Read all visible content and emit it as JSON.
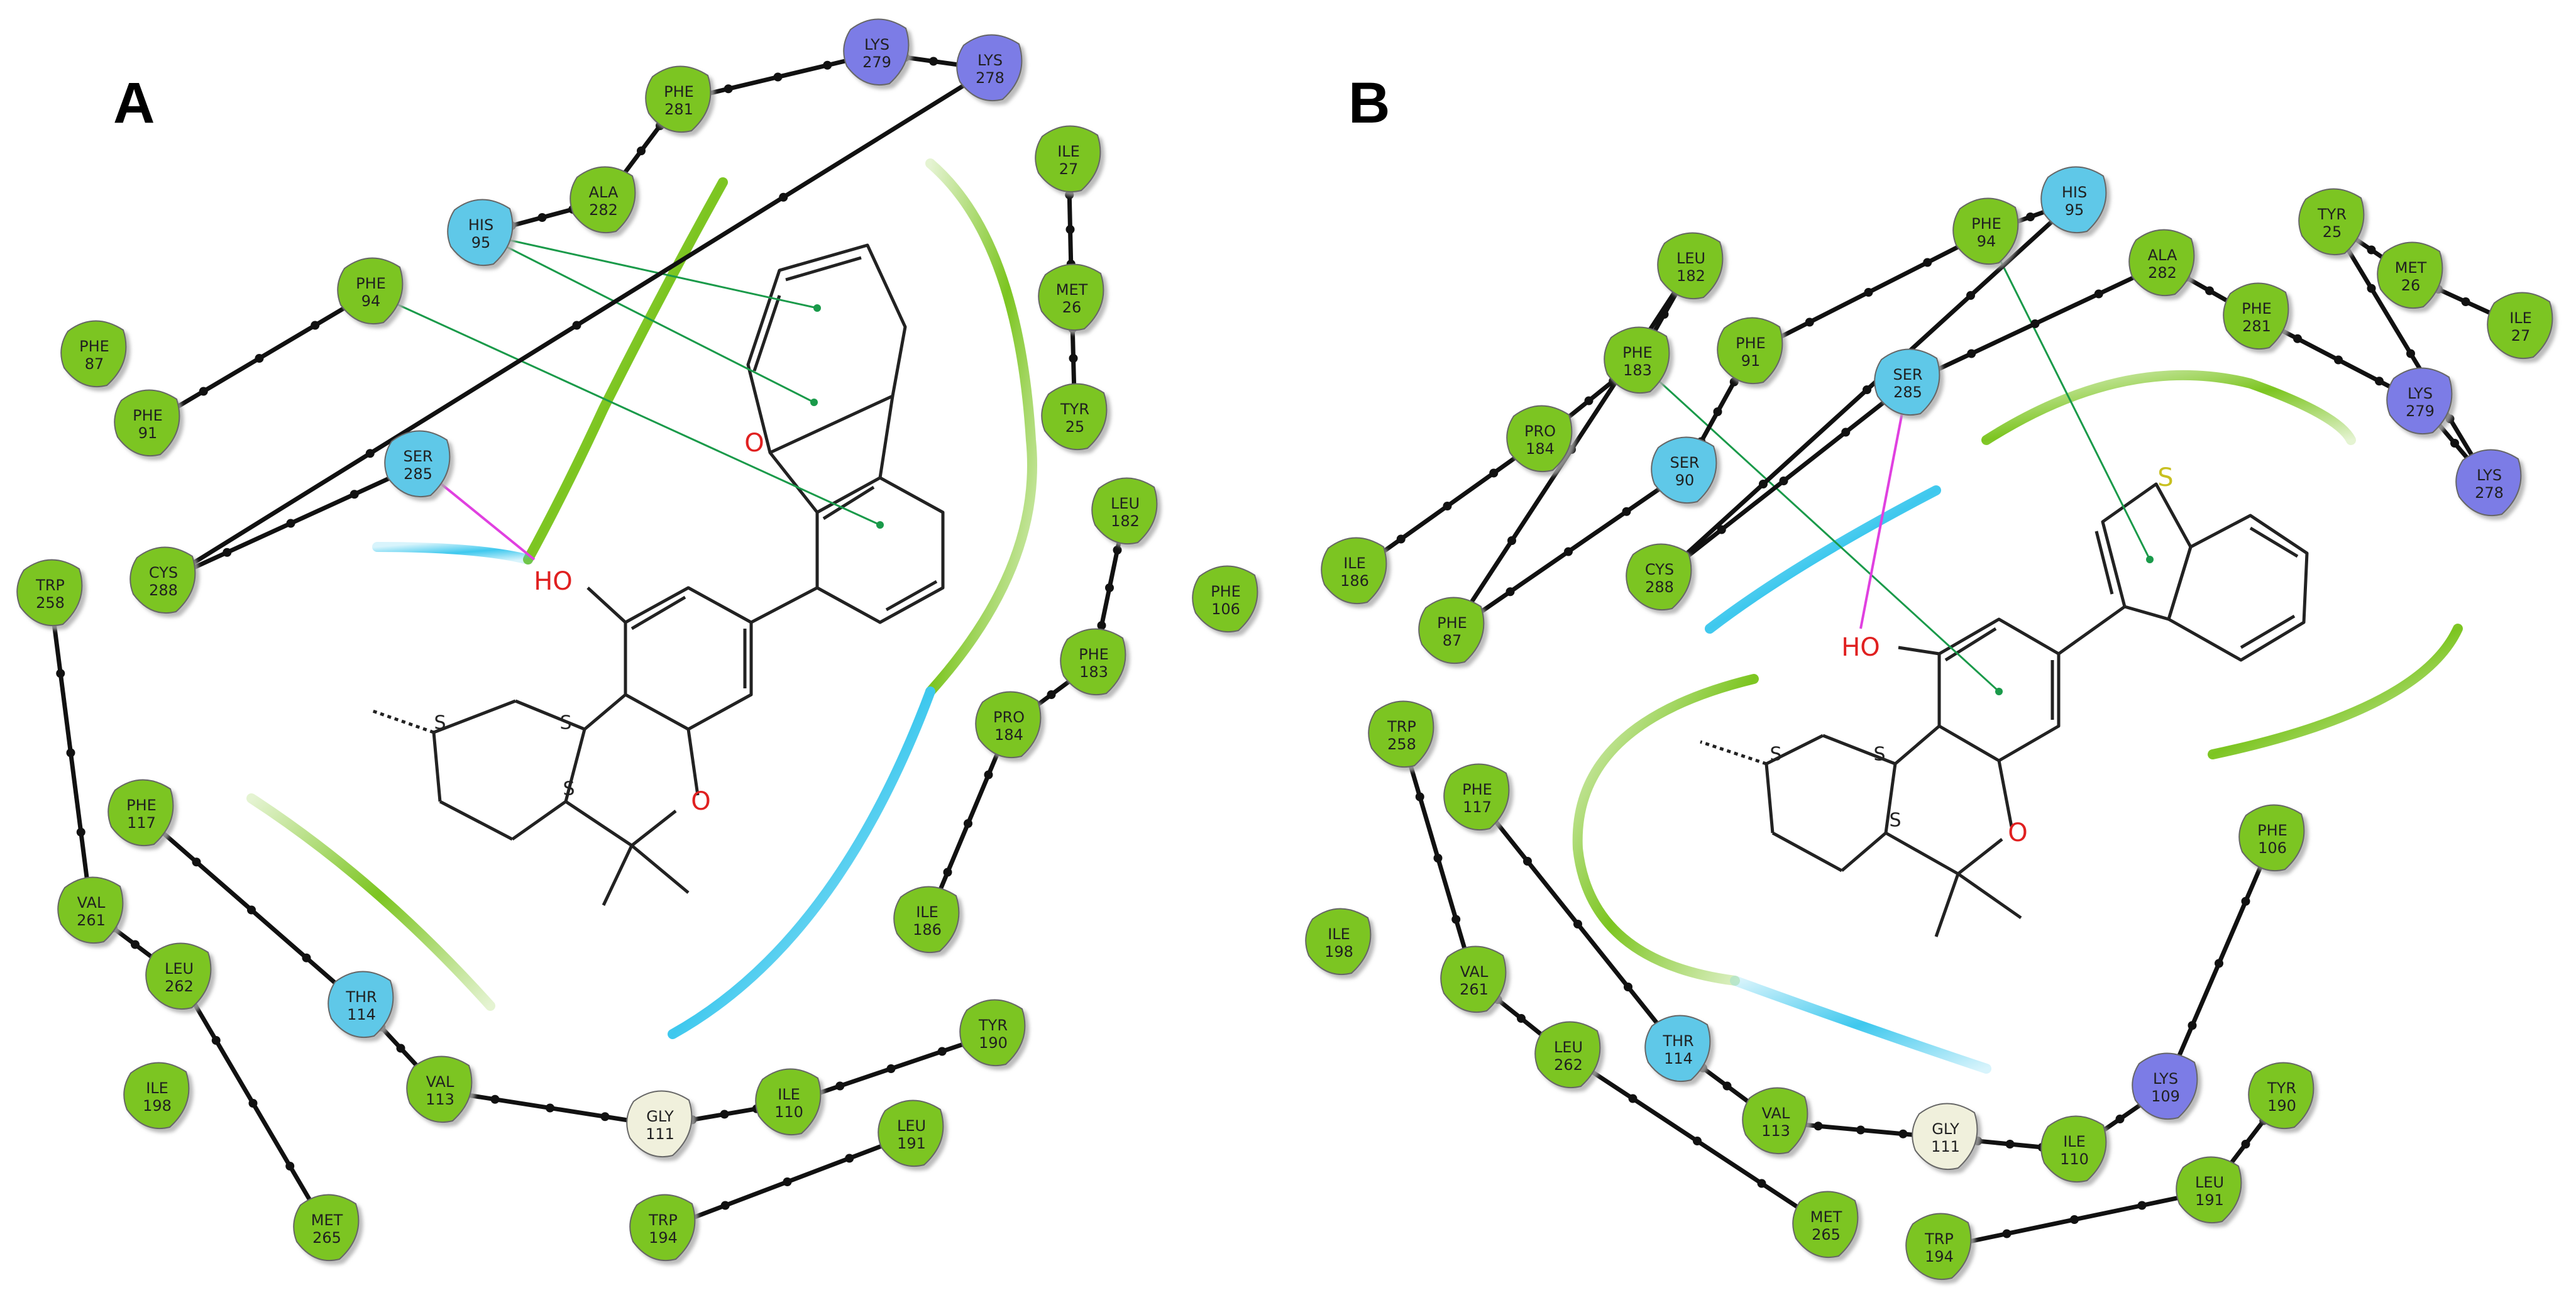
{
  "panels": [
    {
      "label": "A",
      "chain_breaks": [
        [
          1,
          2
        ],
        [
          8,
          9
        ],
        [
          11,
          12
        ]
      ],
      "residue_chain": [
        [
          "PHE",
          "91",
          235,
          675,
          "hydrophobic"
        ],
        [
          "PHE",
          "94",
          590,
          465,
          "hydrophobic"
        ],
        [
          "HIS",
          "95",
          765,
          372,
          "polar"
        ],
        [
          "ALA",
          "282",
          960,
          320,
          "hydrophobic"
        ],
        [
          "PHE",
          "281",
          1080,
          160,
          "hydrophobic"
        ],
        [
          "LYS",
          "279",
          1395,
          85,
          "positive"
        ],
        [
          "LYS",
          "278",
          1575,
          110,
          "positive"
        ],
        [
          "CYS",
          "288",
          260,
          925,
          "hydrophobic"
        ],
        [
          "SER",
          "285",
          665,
          740,
          "polar"
        ],
        [
          "ILE",
          "27",
          1700,
          255,
          "hydrophobic"
        ],
        [
          "MET",
          "26",
          1705,
          475,
          "hydrophobic"
        ],
        [
          "TYR",
          "25",
          1710,
          665,
          "hydrophobic"
        ],
        [
          "LEU",
          "182",
          1790,
          815,
          "hydrophobic"
        ],
        [
          "PHE",
          "183",
          1740,
          1055,
          "hydrophobic"
        ],
        [
          "PRO",
          "184",
          1605,
          1155,
          "hydrophobic"
        ],
        [
          "ILE",
          "186",
          1475,
          1465,
          "hydrophobic"
        ]
      ],
      "residue_chain_b": [
        [
          "TRP",
          "258",
          80,
          945,
          "hydrophobic"
        ],
        [
          "VAL",
          "261",
          145,
          1450,
          "hydrophobic"
        ],
        [
          "LEU",
          "262",
          285,
          1555,
          "hydrophobic"
        ],
        [
          "MET",
          "265",
          520,
          1955,
          "hydrophobic"
        ],
        [
          "PHE",
          "117",
          225,
          1295,
          "hydrophobic"
        ],
        [
          "THR",
          "114",
          575,
          1600,
          "polar"
        ],
        [
          "VAL",
          "113",
          700,
          1735,
          "hydrophobic"
        ],
        [
          "GLY",
          "111",
          1050,
          1790,
          "glycine"
        ],
        [
          "ILE",
          "110",
          1255,
          1755,
          "hydrophobic"
        ],
        [
          "TYR",
          "190",
          1580,
          1645,
          "hydrophobic"
        ],
        [
          "LEU",
          "191",
          1450,
          1805,
          "hydrophobic"
        ],
        [
          "TRP",
          "194",
          1055,
          1955,
          "hydrophobic"
        ]
      ],
      "chain_b_breaks": [
        [
          3,
          4
        ],
        [
          9,
          10
        ]
      ],
      "isolated": [
        [
          "PHE",
          "87",
          150,
          565,
          "hydrophobic"
        ],
        [
          "PHE",
          "106",
          1950,
          955,
          "hydrophobic"
        ],
        [
          "ILE",
          "198",
          250,
          1745,
          "hydrophobic"
        ]
      ]
    },
    {
      "label": "B",
      "chain_breaks": [],
      "residue_chain": [
        [
          "ILE",
          "186",
          2155,
          910,
          "hydrophobic"
        ],
        [
          "PRO",
          "184",
          2450,
          700,
          "hydrophobic"
        ],
        [
          "PHE",
          "183",
          2605,
          575,
          "hydrophobic"
        ],
        [
          "LEU",
          "182",
          2690,
          425,
          "hydrophobic"
        ],
        [
          "PHE",
          "87",
          2310,
          1005,
          "hydrophobic"
        ],
        [
          "SER",
          "90",
          2680,
          750,
          "polar"
        ],
        [
          "PHE",
          "91",
          2785,
          560,
          "hydrophobic"
        ],
        [
          "PHE",
          "94",
          3160,
          370,
          "hydrophobic"
        ],
        [
          "HIS",
          "95",
          3300,
          320,
          "polar"
        ],
        [
          "CYS",
          "288",
          2640,
          920,
          "hydrophobic"
        ],
        [
          "SER",
          "285",
          3035,
          610,
          "polar"
        ],
        [
          "ALA",
          "282",
          3440,
          420,
          "hydrophobic"
        ],
        [
          "PHE",
          "281",
          3590,
          505,
          "hydrophobic"
        ],
        [
          "LYS",
          "279",
          3850,
          640,
          "positive"
        ],
        [
          "LYS",
          "278",
          3960,
          770,
          "positive"
        ],
        [
          "TYR",
          "25",
          3710,
          355,
          "hydrophobic"
        ],
        [
          "MET",
          "26",
          3835,
          440,
          "hydrophobic"
        ],
        [
          "ILE",
          "27",
          4010,
          520,
          "hydrophobic"
        ]
      ],
      "residue_chain_b": [
        [
          "TRP",
          "258",
          2230,
          1170,
          "hydrophobic"
        ],
        [
          "VAL",
          "261",
          2345,
          1560,
          "hydrophobic"
        ],
        [
          "LEU",
          "262",
          2495,
          1680,
          "hydrophobic"
        ],
        [
          "MET",
          "265",
          2905,
          1950,
          "hydrophobic"
        ],
        [
          "PHE",
          "117",
          2350,
          1270,
          "hydrophobic"
        ],
        [
          "THR",
          "114",
          2670,
          1670,
          "polar"
        ],
        [
          "VAL",
          "113",
          2825,
          1785,
          "hydrophobic"
        ],
        [
          "GLY",
          "111",
          3095,
          1810,
          "glycine"
        ],
        [
          "ILE",
          "110",
          3300,
          1830,
          "hydrophobic"
        ],
        [
          "LYS",
          "109",
          3445,
          1730,
          "positive"
        ],
        [
          "PHE",
          "106",
          3615,
          1335,
          "hydrophobic"
        ],
        [
          "TYR",
          "190",
          3630,
          1745,
          "hydrophobic"
        ],
        [
          "LEU",
          "191",
          3515,
          1895,
          "hydrophobic"
        ],
        [
          "TRP",
          "194",
          3085,
          1985,
          "hydrophobic"
        ]
      ],
      "chain_b_breaks": [
        [
          0,
          4
        ],
        [
          3,
          4
        ],
        [
          8,
          11
        ],
        [
          10,
          11
        ]
      ],
      "isolated": [
        [
          "ILE",
          "198",
          2130,
          1500,
          "hydrophobic"
        ]
      ]
    }
  ],
  "atoms": {
    "hydroxyl": "HO",
    "oxygen": "O",
    "sulfur": "S",
    "stereo": "S"
  },
  "colors": {
    "hydrophobic": "#7cc520",
    "polar": "#5ec8e8",
    "positive": "#7b7be6",
    "glycine": "#f0f0dc",
    "backbone": "#111111",
    "hbond": "#e040e0",
    "pipi": "#1a9a4a",
    "oxygen_text": "#e02020",
    "sulfur_text": "#c8c020"
  }
}
